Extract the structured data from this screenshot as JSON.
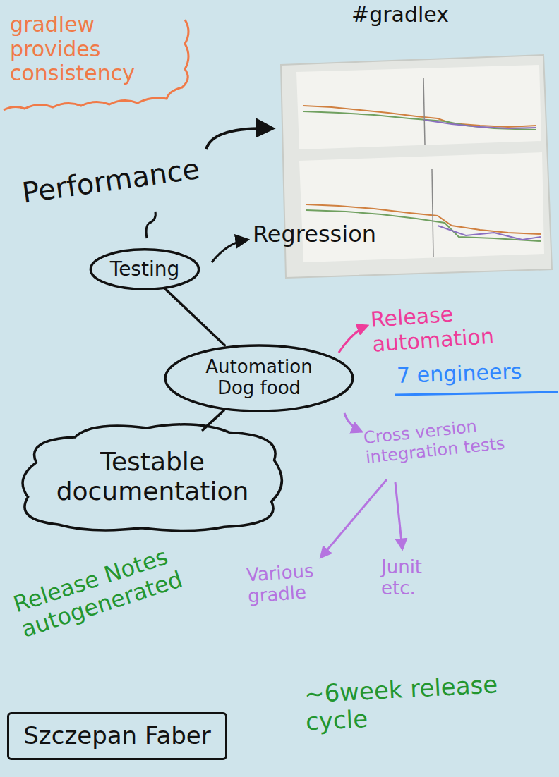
{
  "diagram": {
    "nodes": [
      {
        "text": [
          "Testing"
        ]
      },
      {
        "text": [
          "Automation Dog food"
        ]
      },
      {
        "text": [
          "Testable documentation"
        ]
      },
      {
        "text": [
          "Szczepan Faber"
        ]
      }
    ],
    "edges": [
      {
        "from": 0,
        "to": 1,
        "arrow": "none"
      },
      {
        "from": 1,
        "to": 2,
        "arrow": "none"
      }
    ],
    "labels": [
      "gradlew provides consistency",
      "#gradlex",
      "Performance",
      "Regression",
      "Release automation",
      "7 engineers",
      "Cross version integration tests",
      "Various gradle",
      "Junit etc.",
      "Release Notes autogenerated",
      "~6week release cycle"
    ]
  }
}
